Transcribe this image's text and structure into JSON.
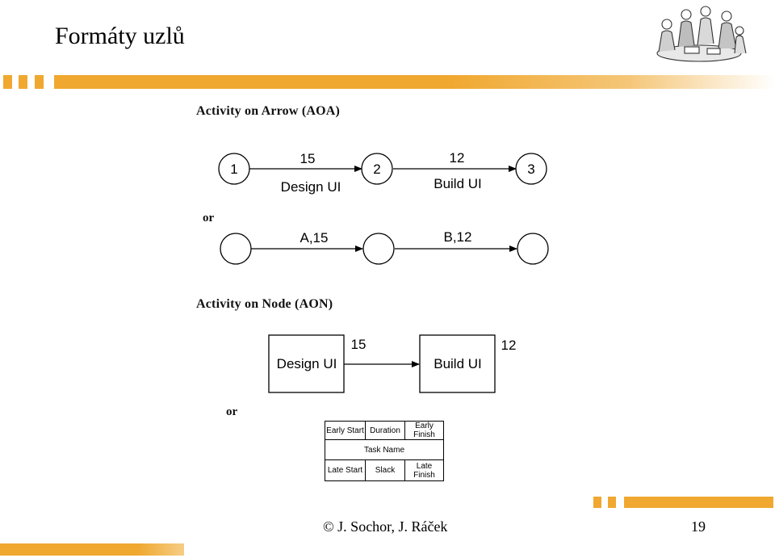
{
  "slide": {
    "title": "Formáty uzlů",
    "accent_color": "#F0A830"
  },
  "aoa": {
    "heading": "Activity on Arrow (AOA)",
    "nodes": [
      "1",
      "2",
      "3"
    ],
    "arrow1_duration": "15",
    "arrow1_name": "Design UI",
    "arrow2_duration": "12",
    "arrow2_name": "Build UI",
    "or_label": "or",
    "alt_arrow1": "A,15",
    "alt_arrow2": "B,12"
  },
  "aon": {
    "heading": "Activity on Node (AON)",
    "box1_name": "Design UI",
    "box1_duration": "15",
    "box2_name": "Build UI",
    "box2_duration": "12",
    "or_label": "or"
  },
  "legend": {
    "early_start": "Early Start",
    "duration": "Duration",
    "early_finish": "Early Finish",
    "task_name": "Task Name",
    "late_start": "Late Start",
    "slack": "Slack",
    "late_finish": "Late Finish"
  },
  "footer": {
    "author": "© J. Sochor, J. Ráček",
    "page_number": "19"
  }
}
